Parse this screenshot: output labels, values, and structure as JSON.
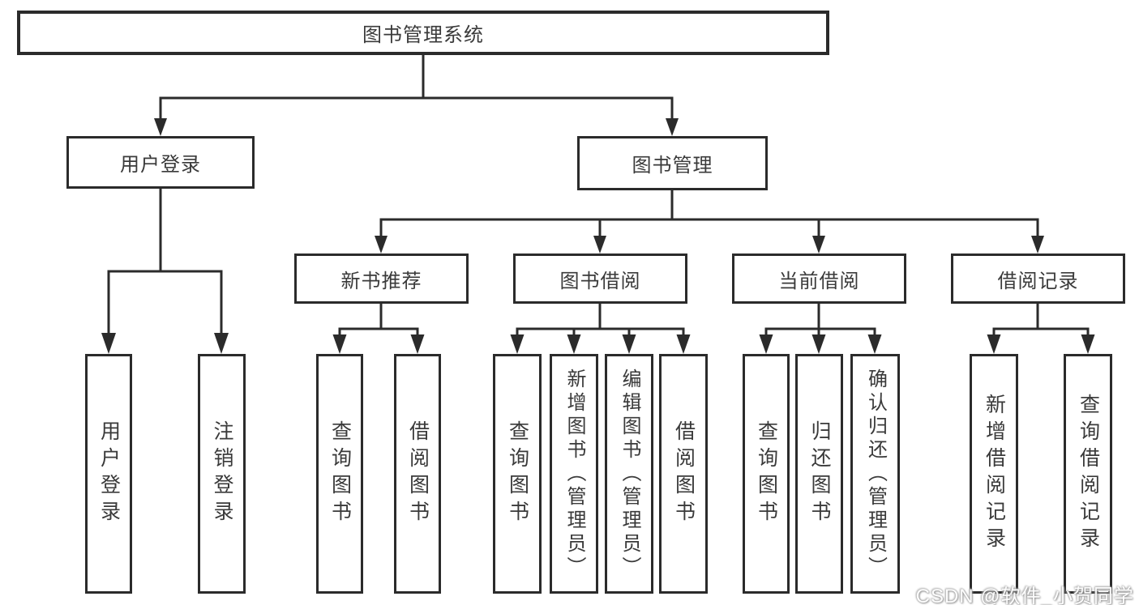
{
  "colors": {
    "line": "#2b2b2b",
    "text": "#3a3a3a",
    "background": "#ffffff"
  },
  "tree": {
    "label": "图书管理系统",
    "children": [
      {
        "label": "用户登录",
        "children": [
          {
            "label": "用户登录"
          },
          {
            "label": "注销登录"
          }
        ]
      },
      {
        "label": "图书管理",
        "children": [
          {
            "label": "新书推荐",
            "children": [
              {
                "label": "查询图书"
              },
              {
                "label": "借阅图书"
              }
            ]
          },
          {
            "label": "图书借阅",
            "children": [
              {
                "label": "查询图书"
              },
              {
                "label": "新增图书（管理员）"
              },
              {
                "label": "编辑图书（管理员）"
              },
              {
                "label": "借阅图书"
              }
            ]
          },
          {
            "label": "当前借阅",
            "children": [
              {
                "label": "查询图书"
              },
              {
                "label": "归还图书"
              },
              {
                "label": "确认归还（管理员）"
              }
            ]
          },
          {
            "label": "借阅记录",
            "children": [
              {
                "label": "新增借阅记录"
              },
              {
                "label": "查询借阅记录"
              }
            ]
          }
        ]
      }
    ]
  },
  "watermark": {
    "text": "CSDN @软件_小贺同学"
  }
}
